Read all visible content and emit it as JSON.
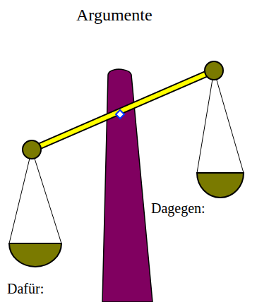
{
  "diagram": {
    "title": "Argumente",
    "labels": [
      "Dagegen:",
      "Dafür:"
    ]
  }
}
